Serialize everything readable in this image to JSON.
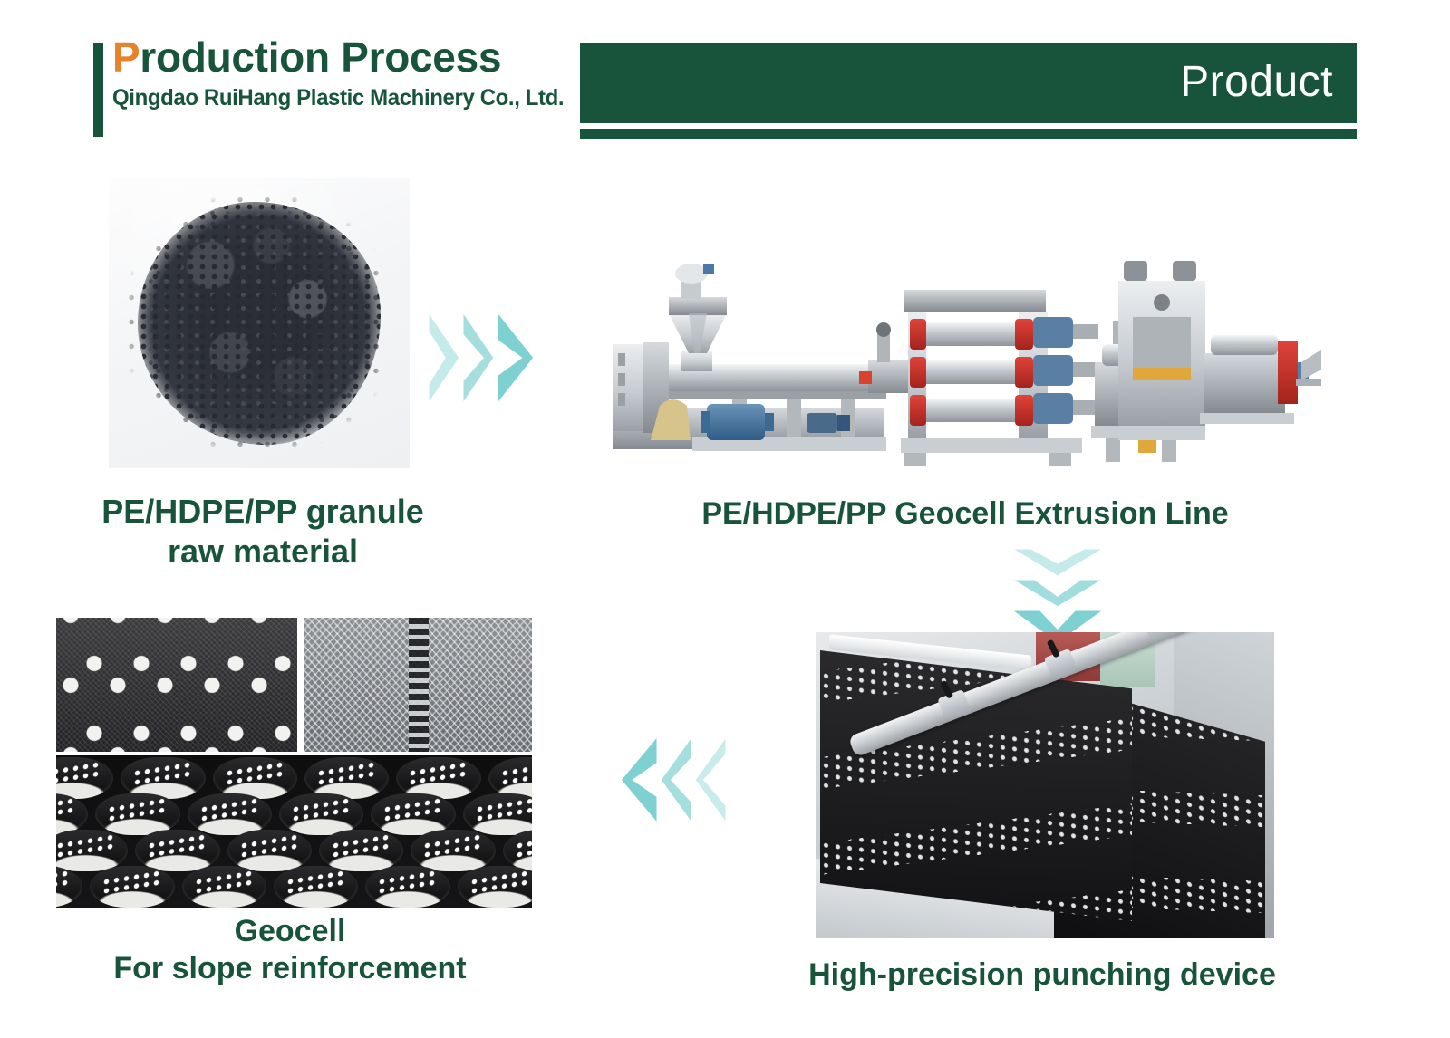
{
  "header": {
    "title_accent_letter": "P",
    "title_rest": "roduction Process",
    "title_full": "Production Process",
    "company": "Qingdao RuiHang Plastic Machinery Co., Ltd.",
    "banner_label": "Product",
    "colors": {
      "brand_green": "#17543B",
      "accent_orange": "#E8822A",
      "banner_text": "#FFFFFF"
    }
  },
  "steps": [
    {
      "id": "raw-material",
      "caption": "PE/HDPE/PP granule\nraw material",
      "image_alt": "pile of dark PE/HDPE/PP plastic granules on white marble surface"
    },
    {
      "id": "extrusion-line",
      "caption": "PE/HDPE/PP Geocell Extrusion Line",
      "image_alt": "grey extrusion line with hopper, blue drive motor, calender rollers and punching press"
    },
    {
      "id": "punching-device",
      "caption": "High-precision punching device",
      "image_alt": "black perforated sheet passing under polished steel roller of punching device"
    },
    {
      "id": "geocell",
      "caption": "Geocell\nFor slope reinforcement",
      "image_alt": "perforated sheet, welded mesh seam and expanded black geocell honeycomb panel"
    }
  ],
  "arrows": [
    {
      "id": "arrow-granule-to-extrusion",
      "direction": "right",
      "chevron_count": 3,
      "color": "#7ED1D0"
    },
    {
      "id": "arrow-extrusion-to-punching",
      "direction": "down",
      "chevron_count": 3,
      "color": "#7ED1D0"
    },
    {
      "id": "arrow-punching-to-geocell",
      "direction": "left",
      "chevron_count": 3,
      "color": "#7ED1D0"
    }
  ]
}
